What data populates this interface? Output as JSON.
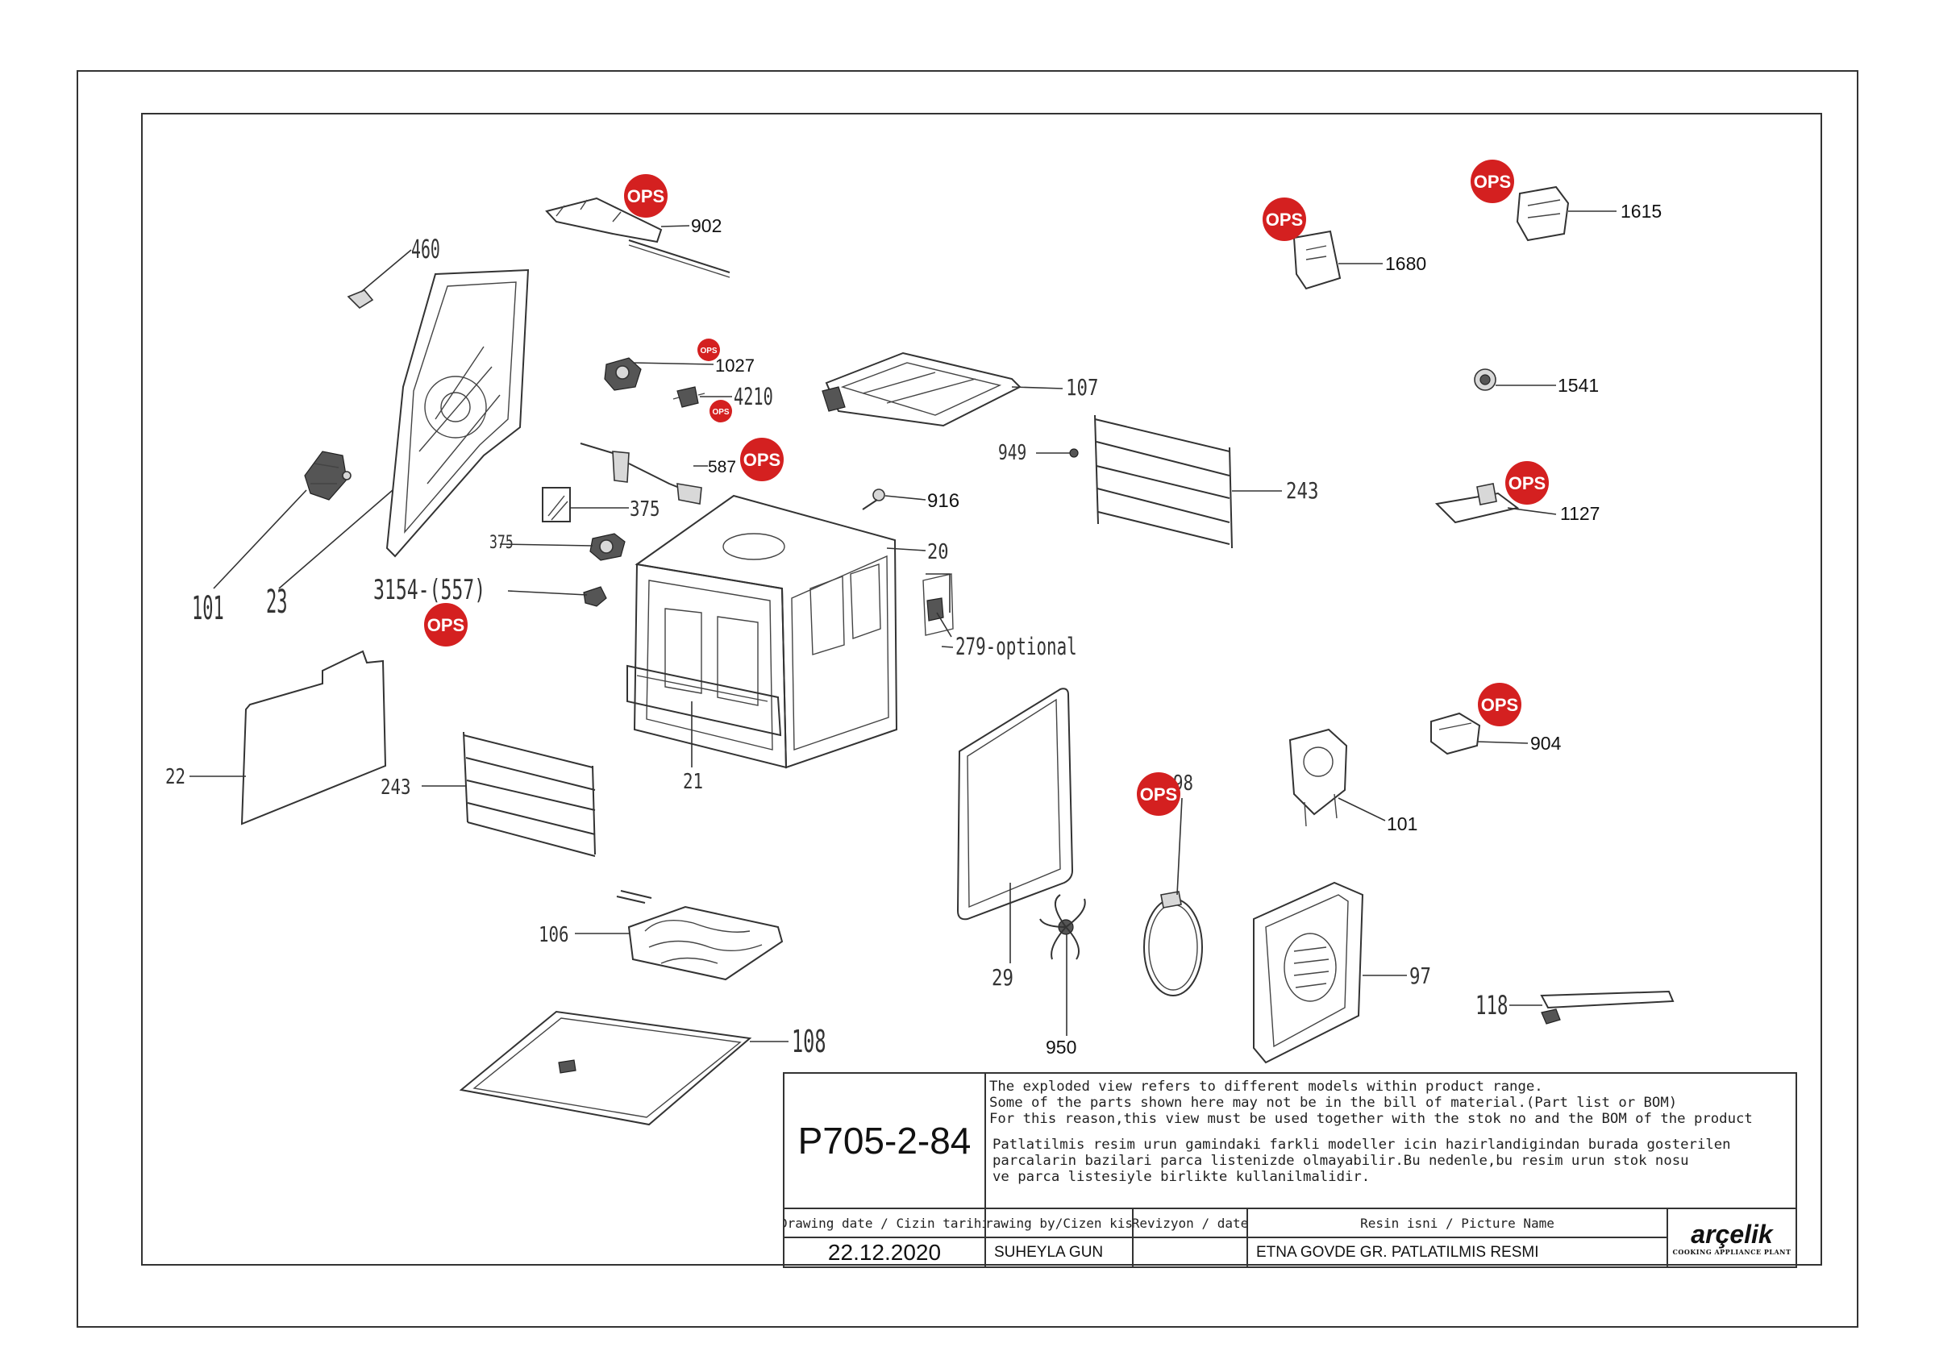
{
  "badge_text": "OPS",
  "colors": {
    "ops_badge": "#d42020",
    "line": "#333333"
  },
  "parts": {
    "p902": "902",
    "p460": "460",
    "p1027": "1027",
    "p4210": "4210",
    "p587": "587",
    "p375a": "375",
    "p375b": "375",
    "p916": "916",
    "p20": "20",
    "p3154": "3154-(557)",
    "p279": "279-optional",
    "p101a": "101",
    "p23": "23",
    "p22": "22",
    "p243a": "243",
    "p21": "21",
    "p107": "107",
    "p949": "949",
    "p243b": "243",
    "p1680": "1680",
    "p1615": "1615",
    "p1541": "1541",
    "p1127": "1127",
    "p904": "904",
    "p101b": "101",
    "p98": "98",
    "p29": "29",
    "p950": "950",
    "p97": "97",
    "p118": "118",
    "p106": "106",
    "p108": "108"
  },
  "title_block": {
    "drawing_code": "P705-2-84",
    "notes_en": [
      "The exploded view refers to different models within product range.",
      "Some of the parts shown here may not be in the bill of material.(Part list or BOM)",
      "For this reason,this view must be used together with the stok no and the BOM of the product"
    ],
    "notes_tr": [
      "Patlatilmis resim urun gamindaki farkli modeller icin hazirlandigindan burada gosterilen",
      "parcalarin bazilari parca listenizde olmayabilir.Bu nedenle,bu resim urun stok nosu",
      "ve parca listesiyle birlikte kullanilmalidir."
    ],
    "drawing_date_label": "Drawing date / Cizin tarihi",
    "drawing_date": "22.12.2020",
    "drawn_by_label": "Drawing by/Cizen kisi",
    "drawn_by": "SUHEYLA GUN",
    "revision_label": "Revizyon / date",
    "revision": "",
    "picture_name_label": "Resin isni / Picture Name",
    "picture_name": "ETNA GOVDE GR. PATLATILMIS RESMI",
    "logo": "arçelik",
    "logo_sub": "COOKING APPLIANCE PLANT"
  }
}
